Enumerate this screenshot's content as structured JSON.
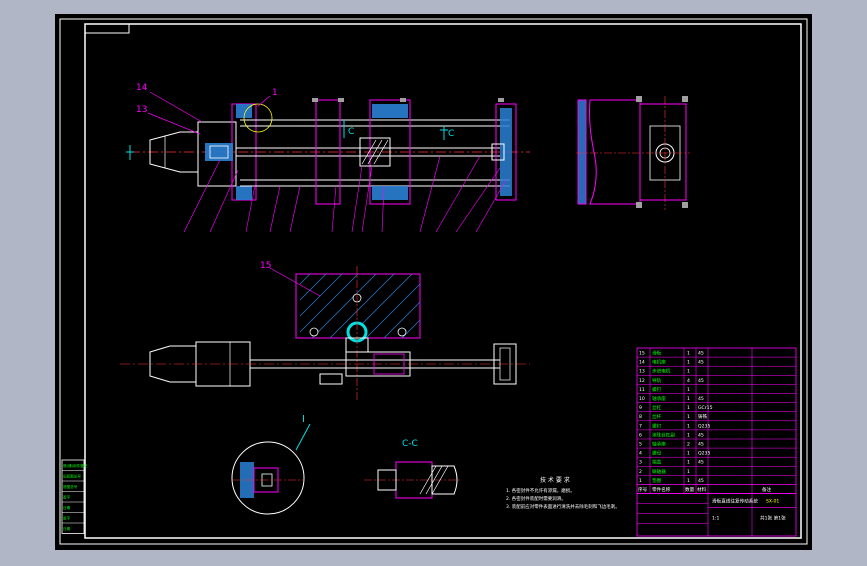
{
  "colors": {
    "background": "#000000",
    "frame": "#ffffff",
    "part_outline": "#ff00ff",
    "centerline": "#ff3333",
    "hatch": "#3aa0ff",
    "gray": "#a0a0a0",
    "annotation": "#00e0e0",
    "yellow": "#ffff00",
    "green": "#00ff00"
  },
  "labels": {
    "balloon_14": "14",
    "balloon_13": "13",
    "balloon_1": "1",
    "balloon_15": "15",
    "section_c_left": "C",
    "section_c_right": "C",
    "detail_label": "I",
    "section_title": "C-C"
  },
  "tech_notes": {
    "title": "技 术 要 求",
    "items": [
      "1. 各密封件不允许有渗漏，磨损。",
      "2. 各密封件装配时需要润滑。",
      "3. 装配前应对零件表面进行清洗并去除毛刺和飞边毛刺。"
    ]
  },
  "bom": {
    "rows": [
      {
        "no": "15",
        "name": "滑板",
        "qty": "1",
        "material": "45"
      },
      {
        "no": "14",
        "name": "电机座",
        "qty": "1",
        "material": "45"
      },
      {
        "no": "13",
        "name": "步进电机",
        "qty": "1",
        "material": ""
      },
      {
        "no": "12",
        "name": "导轨",
        "qty": "4",
        "material": "45"
      },
      {
        "no": "11",
        "name": "螺钉",
        "qty": "1",
        "material": ""
      },
      {
        "no": "10",
        "name": "轴承座",
        "qty": "1",
        "material": "45"
      },
      {
        "no": "9",
        "name": "丝杠",
        "qty": "1",
        "material": "GCr15"
      },
      {
        "no": "8",
        "name": "丝杆",
        "qty": "1",
        "material": "铸铁"
      },
      {
        "no": "7",
        "name": "螺钉",
        "qty": "1",
        "material": "Q235"
      },
      {
        "no": "6",
        "name": "滚珠丝杠副",
        "qty": "1",
        "material": "45"
      },
      {
        "no": "5",
        "name": "轴承座",
        "qty": "2",
        "material": "45"
      },
      {
        "no": "4",
        "name": "螺母",
        "qty": "1",
        "material": "Q235"
      },
      {
        "no": "3",
        "name": "端盖",
        "qty": "1",
        "material": "45"
      },
      {
        "no": "2",
        "name": "联轴器",
        "qty": "1",
        "material": ""
      },
      {
        "no": "1",
        "name": "垫圈",
        "qty": "1",
        "material": "45"
      }
    ],
    "header": {
      "no": "序号",
      "name": "零件名称",
      "qty": "数量",
      "material": "材料",
      "remark": "备注"
    },
    "title_block": {
      "drawing_title": "滑板直线往复传动系统",
      "drawing_no": "SX-01",
      "scale": "1:1",
      "sheet": "共1张 第1张"
    }
  },
  "left_strip": {
    "items": [
      "借(通)用件登记",
      "旧底图总号",
      "底图总号",
      "签字",
      "日期",
      "签字",
      "日期"
    ]
  }
}
